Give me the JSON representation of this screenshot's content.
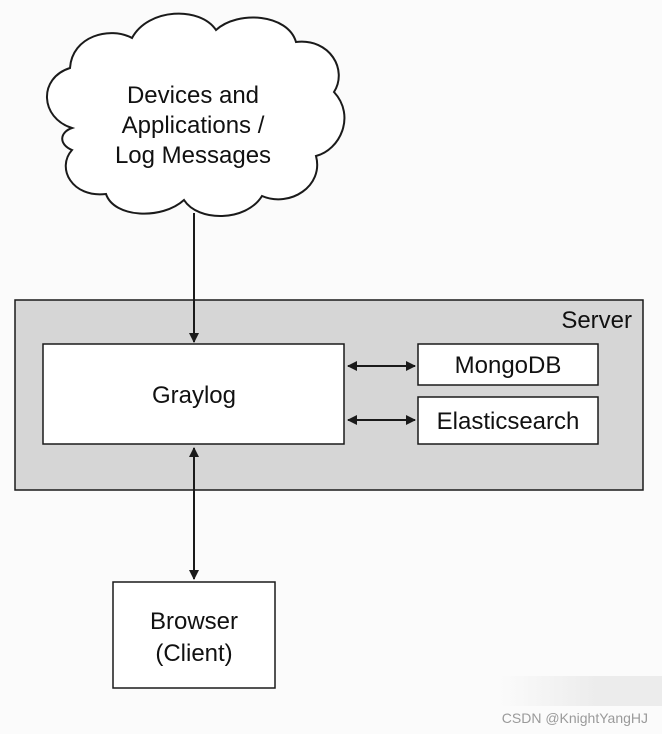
{
  "diagram": {
    "cloud": {
      "lines": [
        "Devices and",
        "Applications /",
        "Log Messages"
      ]
    },
    "server": {
      "label": "Server"
    },
    "graylog": {
      "label": "Graylog"
    },
    "mongodb": {
      "label": "MongoDB"
    },
    "elasticsearch": {
      "label": "Elasticsearch"
    },
    "browser": {
      "lines": [
        "Browser",
        "(Client)"
      ]
    }
  },
  "watermark": "CSDN @KnightYangHJ",
  "colors": {
    "server_fill": "#d6d6d6",
    "box_fill": "#ffffff",
    "stroke": "#1a1a1a"
  }
}
